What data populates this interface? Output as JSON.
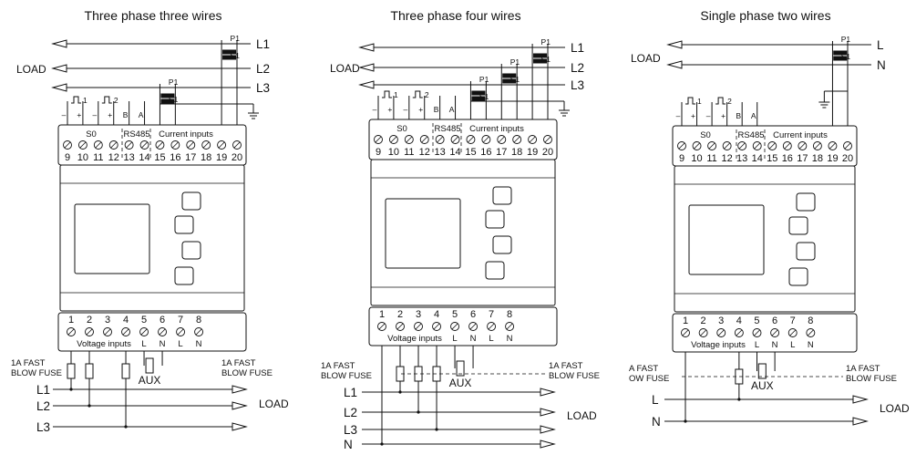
{
  "diagrams": [
    {
      "title": "Three phase three wires",
      "top_lines": [
        "L1",
        "L2",
        "L3"
      ],
      "top_load": "LOAD",
      "ct_label_p": "P1",
      "ct_label_s": "S1",
      "pulse1": "1",
      "pulse2": "2",
      "bottom_lines": [
        "L1",
        "L2",
        "L3"
      ],
      "bottom_load": "LOAD",
      "fuse_left": [
        "1A FAST",
        "BLOW FUSE"
      ],
      "fuse_right": [
        "1A FAST",
        "BLOW FUSE"
      ],
      "aux": "AUX"
    },
    {
      "title": "Three phase four wires",
      "top_lines": [
        "L1",
        "L2",
        "L3"
      ],
      "top_load": "LOAD",
      "ct_label_p": "P1",
      "ct_label_s": "S1",
      "pulse1": "1",
      "pulse2": "2",
      "bottom_lines": [
        "L1",
        "L2",
        "L3",
        "N"
      ],
      "bottom_load": "LOAD",
      "fuse_left": [
        "1A FAST",
        "BLOW FUSE"
      ],
      "fuse_right": [
        "1A FAST",
        "BLOW FUSE"
      ],
      "aux": "AUX"
    },
    {
      "title": "Single phase two wires",
      "top_lines": [
        "L",
        "N"
      ],
      "top_load": "LOAD",
      "ct_label_p": "P1",
      "ct_label_s": "S1",
      "pulse1": "1",
      "pulse2": "2",
      "bottom_lines": [
        "L",
        "N"
      ],
      "bottom_load": "LOAD",
      "fuse_left": [
        "A FAST",
        "OW FUSE"
      ],
      "fuse_right": [
        "1A FAST",
        "BLOW FUSE"
      ],
      "aux": "AUX"
    }
  ],
  "meter": {
    "top_terminal_numbers": [
      "9",
      "10",
      "11",
      "12",
      "13",
      "14",
      "15",
      "16",
      "17",
      "18",
      "19",
      "20"
    ],
    "top_groups": [
      "S0",
      "RS485",
      "Current inputs"
    ],
    "top_letters": [
      "–",
      "+",
      "–",
      "+",
      "B",
      "A"
    ],
    "bottom_terminal_numbers": [
      "1",
      "2",
      "3",
      "4",
      "5",
      "6",
      "7",
      "8"
    ],
    "bottom_group": "Voltage inputs",
    "bottom_letters": [
      "L",
      "N",
      "L",
      "N"
    ]
  }
}
